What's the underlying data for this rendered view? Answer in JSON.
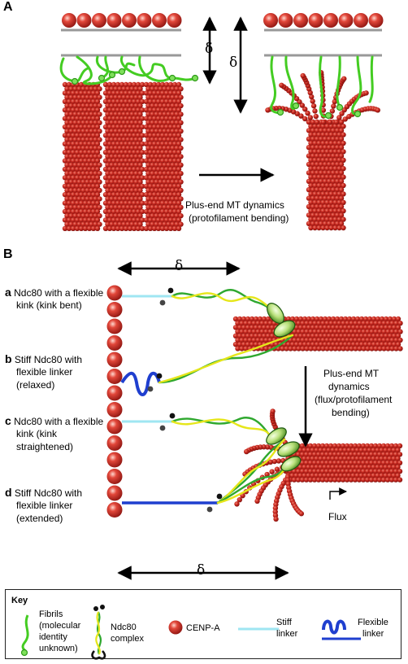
{
  "panel_a": {
    "label": "A",
    "delta": "δ",
    "arrow_caption": [
      "Plus-end MT dynamics",
      "(protofilament bending)"
    ]
  },
  "panel_b": {
    "label": "B",
    "delta": "δ",
    "items": [
      {
        "letter": "a",
        "lines": [
          "Ndc80 with a flexible",
          "kink (kink bent)"
        ]
      },
      {
        "letter": "b",
        "lines": [
          "Stiff Ndc80 with",
          "flexible linker",
          "(relaxed)"
        ]
      },
      {
        "letter": "c",
        "lines": [
          "Ndc80 with a flexible",
          "kink (kink",
          "straightened)"
        ]
      },
      {
        "letter": "d",
        "lines": [
          "Stiff Ndc80 with",
          "flexible linker",
          "(extended)"
        ]
      }
    ],
    "arrow_caption": [
      "Plus-end MT",
      "dynamics",
      "(flux/protofilament",
      "bending)"
    ],
    "flux_label": "Flux"
  },
  "key": {
    "title": "Key",
    "fibrils": [
      "Fibrils",
      "(molecular",
      "identity",
      "unknown)"
    ],
    "ndc80": [
      "Ndc80",
      "complex"
    ],
    "cenpa": "CENP-A",
    "stiff": [
      "Stiff",
      "linker"
    ],
    "flexible": [
      "Flexible",
      "linker"
    ]
  },
  "colors": {
    "bead": "#d0312d",
    "fibril": "#44cc22",
    "stiff_linker": "#9fe6f2",
    "flexible_linker": "#1f3fcf",
    "ndc80_green": "#2fa82f",
    "ndc80_yellow": "#e6e61a",
    "ndc80_red": "#c02020"
  }
}
